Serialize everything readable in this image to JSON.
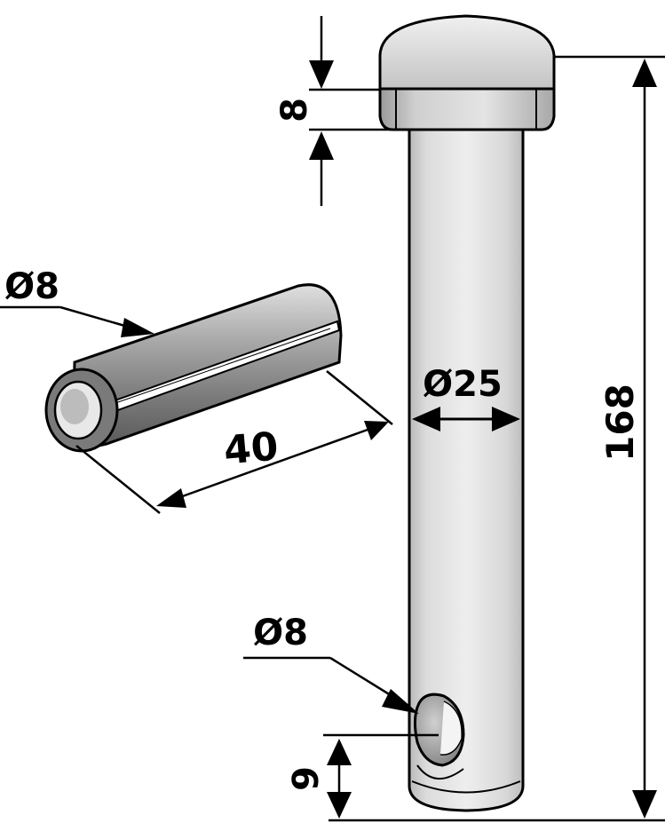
{
  "colors": {
    "ink": "#000000",
    "metal_light": "#e6e6e6",
    "metal_mid": "#c8c8c8",
    "metal_dark": "#8c8c8c",
    "background": "#ffffff"
  },
  "dimensions": {
    "head_height": "8",
    "total_length": "168",
    "pin_diameter": "Ø25",
    "hole_diameter": "Ø8",
    "hole_offset": "9",
    "roll_pin_diameter": "Ø8",
    "roll_pin_length": "40"
  }
}
